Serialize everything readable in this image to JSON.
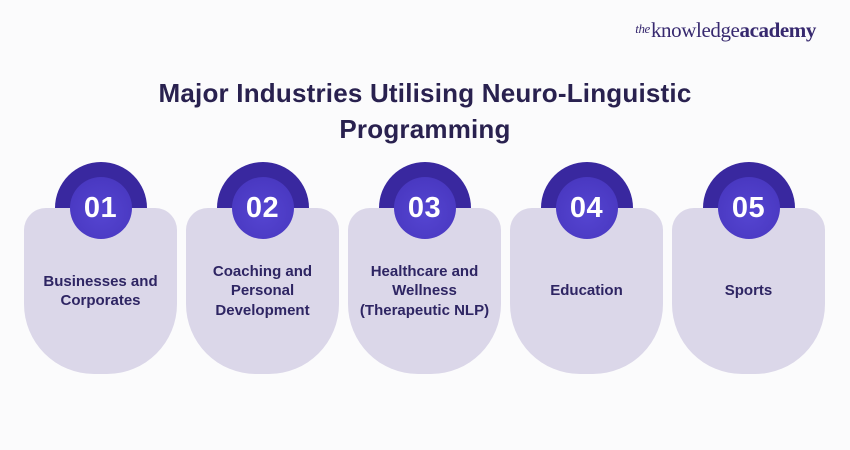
{
  "logo": {
    "the": "the",
    "knowledge": "knowledge",
    "academy": "academy"
  },
  "title": {
    "line1": "Major Industries Utilising Neuro-Linguistic",
    "line2": "Programming"
  },
  "cards": [
    {
      "number": "01",
      "label": "Businesses and Corporates"
    },
    {
      "number": "02",
      "label": "Coaching and Personal Development"
    },
    {
      "number": "03",
      "label": "Healthcare and Wellness (Therapeutic NLP)"
    },
    {
      "number": "04",
      "label": "Education"
    },
    {
      "number": "05",
      "label": "Sports"
    }
  ],
  "colors": {
    "background": "#FBFBFC",
    "title_text": "#29214F",
    "logo_text": "#37296F",
    "card_background": "#DBD7E9",
    "card_text": "#2E2563",
    "badge_arc": "#39289F",
    "badge_circle": "#4C3BC8",
    "badge_number": "#FFFFFF"
  }
}
